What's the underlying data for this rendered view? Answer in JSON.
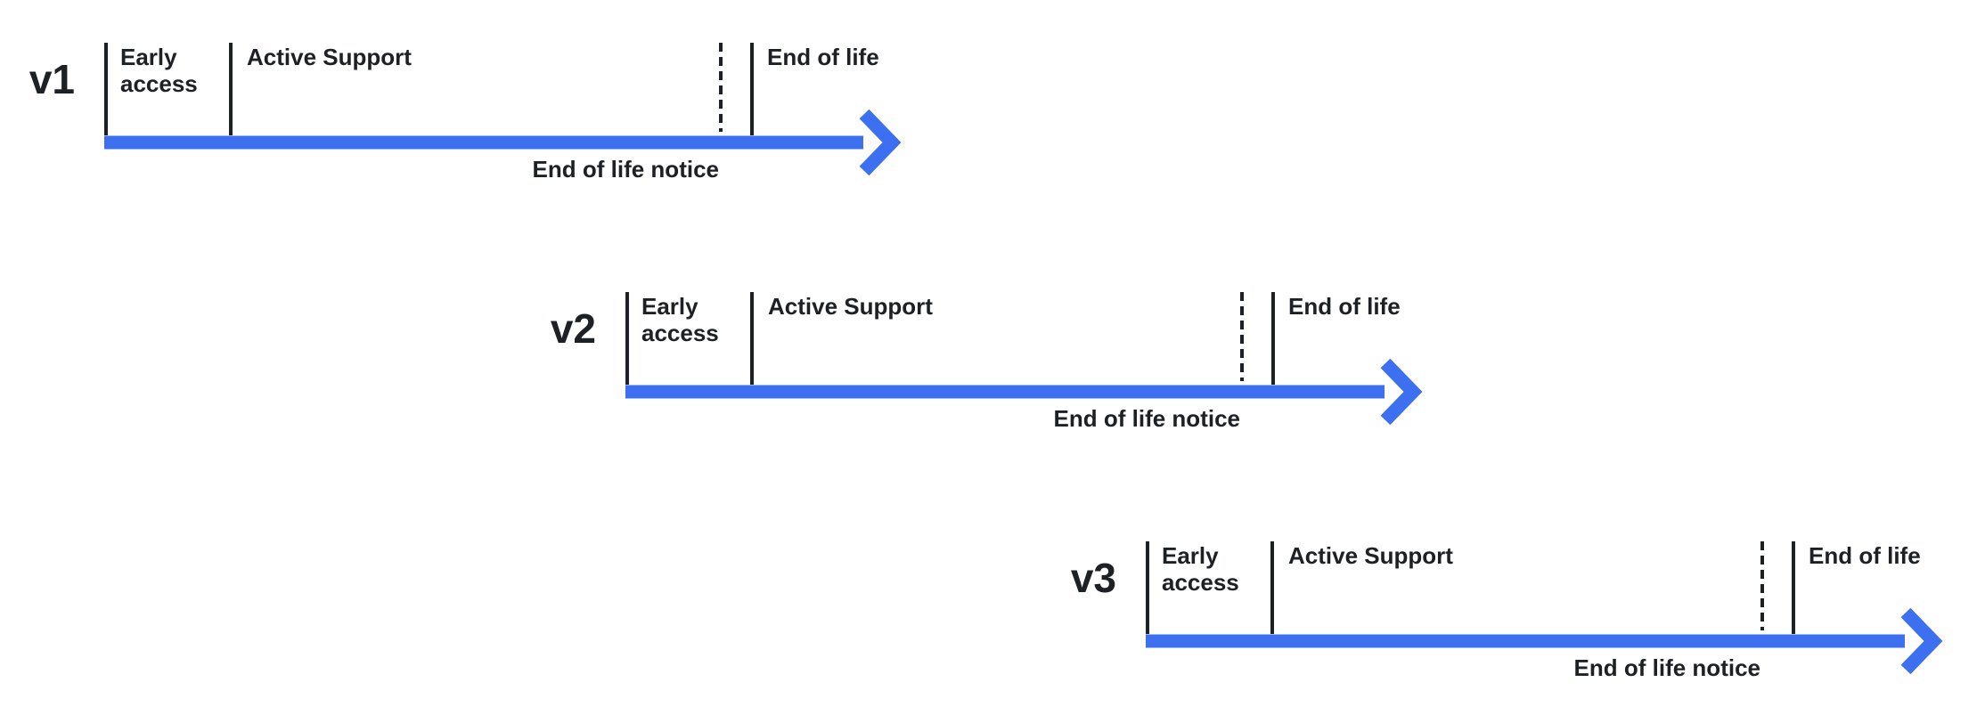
{
  "colors": {
    "accent": "#3D70F0",
    "ink": "#1D2025"
  },
  "timelines": [
    {
      "version": "v1",
      "early_access_label": "Early access",
      "active_support_label": "Active Support",
      "end_of_life_label": "End of life",
      "end_of_life_notice_label": "End of life notice"
    },
    {
      "version": "v2",
      "early_access_label": "Early access",
      "active_support_label": "Active Support",
      "end_of_life_label": "End of life",
      "end_of_life_notice_label": "End of life notice"
    },
    {
      "version": "v3",
      "early_access_label": "Early access",
      "active_support_label": "Active Support",
      "end_of_life_label": "End of life",
      "end_of_life_notice_label": "End of life notice"
    }
  ]
}
